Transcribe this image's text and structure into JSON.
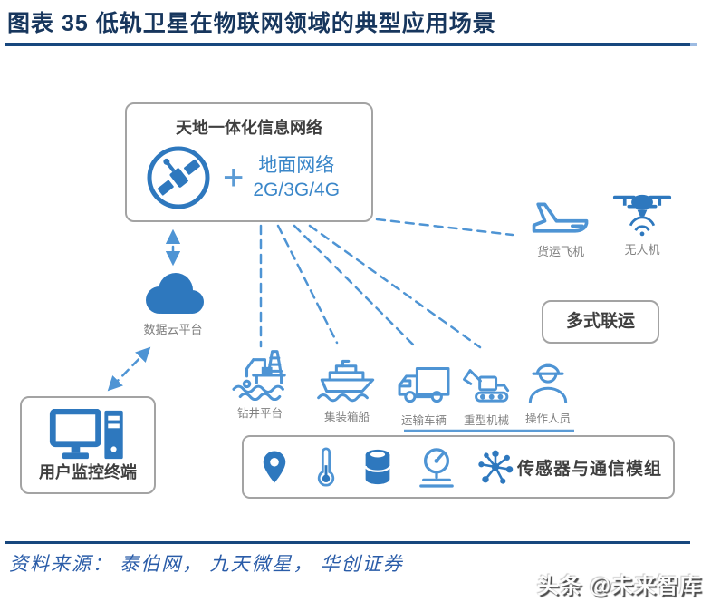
{
  "colors": {
    "title_navy": "#17365D",
    "rule_navy": "#17477E",
    "solid_icon_blue": "#2E78BE",
    "outline_icon_blue": "#4E94D4",
    "bright_text_blue": "#3B87C9",
    "label_gray": "#808080",
    "box_text_gray": "#3F3F3F",
    "source_blue": "#2A5CA8"
  },
  "header": {
    "title": "图表 35  低轨卫星在物联网领域的典型应用场景"
  },
  "diagram": {
    "network_box": {
      "title": "天地一体化信息网络",
      "plus": "+",
      "ground_line1": "地面网络",
      "ground_line2": "2G/3G/4G"
    },
    "cloud_label": "数据云平台",
    "user_box_label": "用户监控终端",
    "cargo_plane_label": "货运飞机",
    "drone_label": "无人机",
    "multimodal_label": "多式联运",
    "assets": [
      "钻井平台",
      "集装箱船",
      "运输车辆",
      "重型机械",
      "操作人员"
    ],
    "sensor_box_label": "传感器与通信模组"
  },
  "icons": {
    "satellite": "satellite-icon",
    "cloud": "cloud-icon",
    "workstation": "computer-icon",
    "cargo_plane": "plane-icon",
    "drone": "drone-icon",
    "drilling_platform": "oil-rig-icon",
    "container_ship": "ship-icon",
    "transport_vehicle": "truck-icon",
    "heavy_machinery": "excavator-icon",
    "operator": "worker-icon",
    "sensors": [
      "location-pin-icon",
      "thermometer-icon",
      "oil-barrel-icon",
      "pressure-gauge-icon",
      "sensor-network-icon"
    ]
  },
  "footer": {
    "source": "资料来源： 泰伯网， 九天微星， 华创证券",
    "watermark": "头条 @未来智库"
  }
}
